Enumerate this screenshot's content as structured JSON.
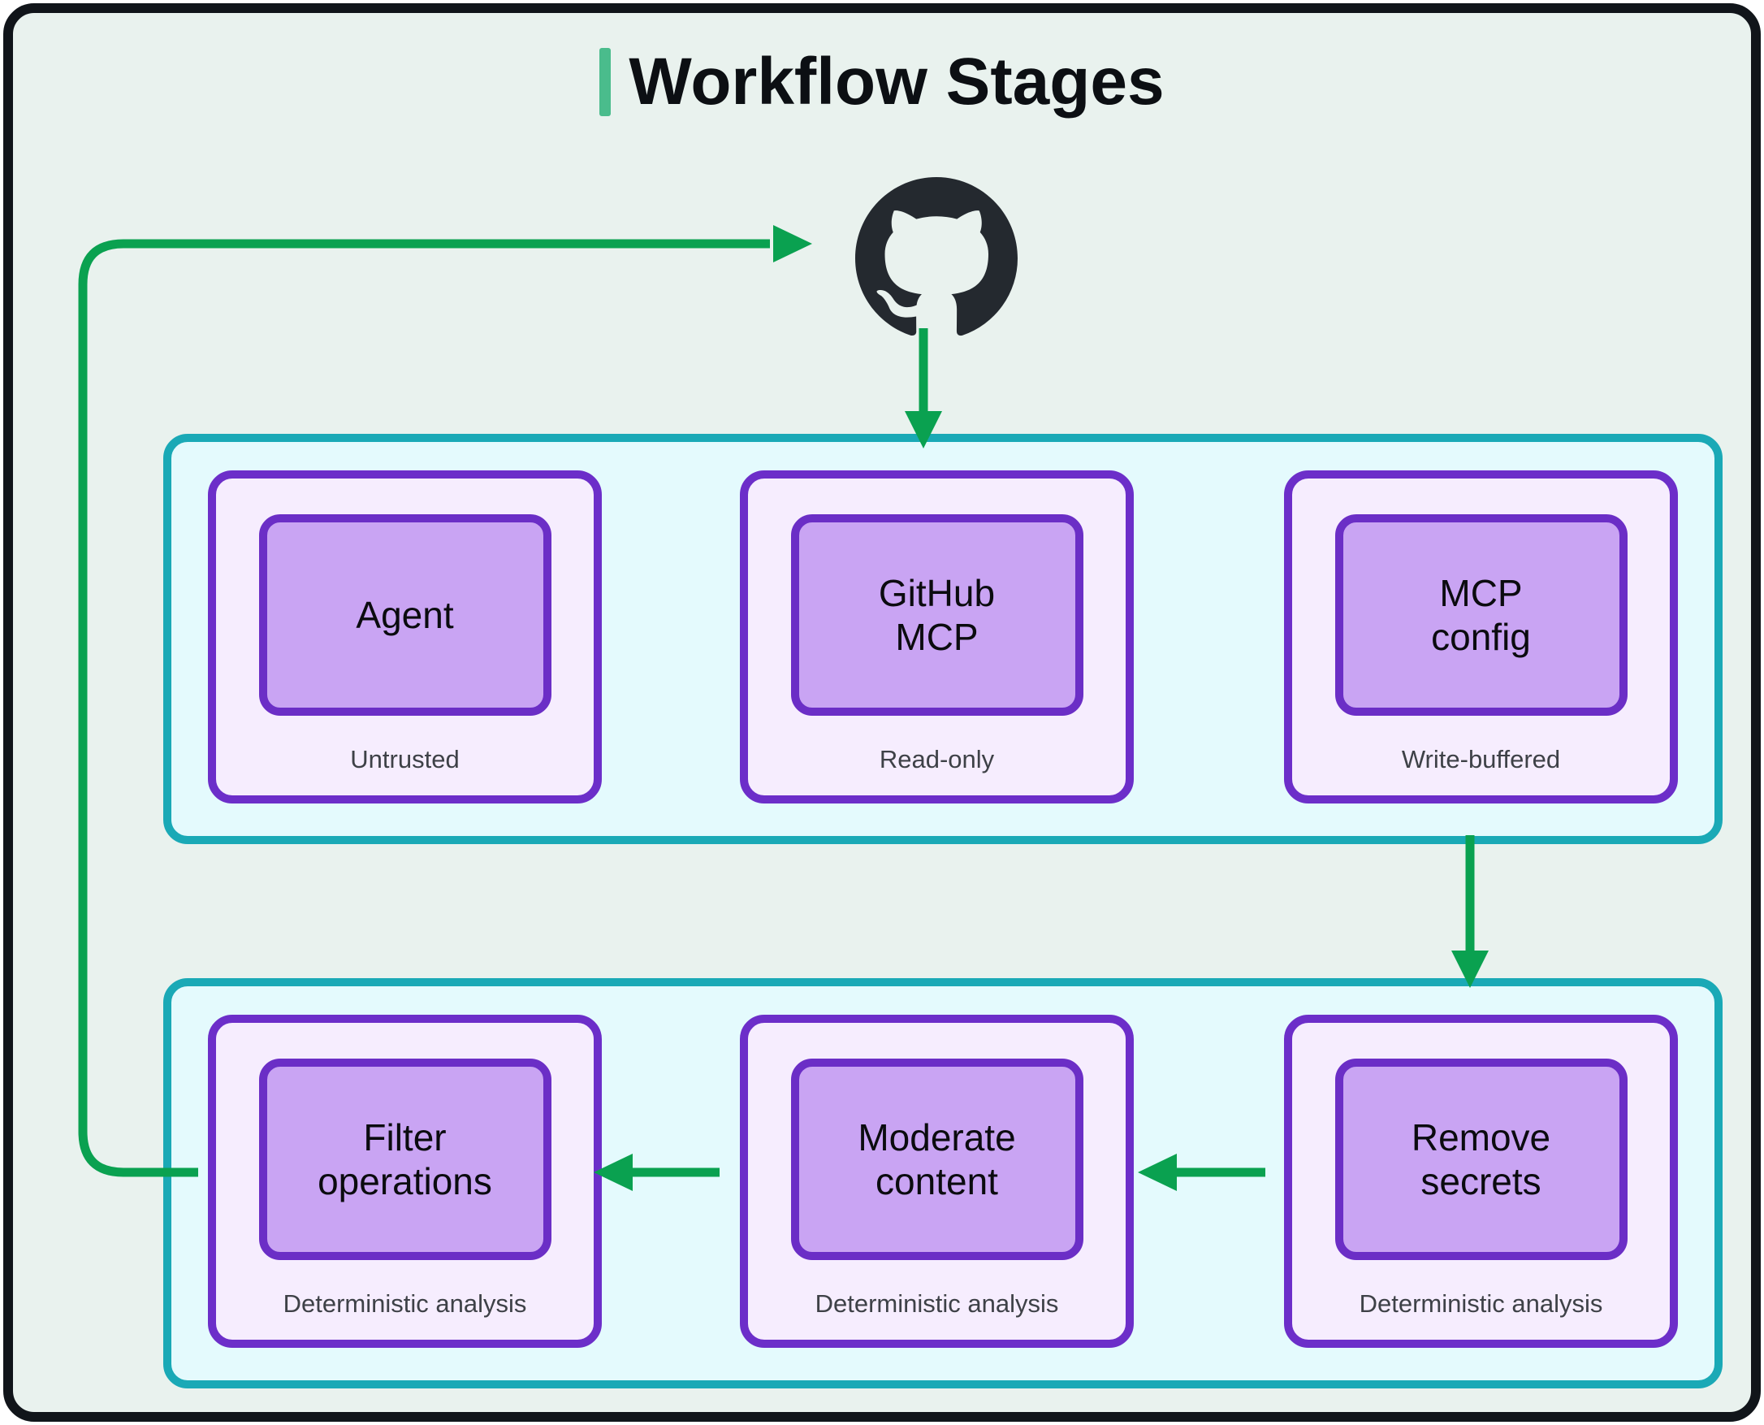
{
  "title": {
    "text": "Workflow Stages"
  },
  "header_icon": {
    "name": "github-octocat-icon"
  },
  "stages": {
    "rows": [
      {
        "nodes": [
          {
            "label": "Agent",
            "sublabel": "Untrusted"
          },
          {
            "label": "GitHub\nMCP",
            "sublabel": "Read-only"
          },
          {
            "label": "MCP\nconfig",
            "sublabel": "Write-buffered"
          }
        ]
      },
      {
        "nodes": [
          {
            "label": "Filter\noperations",
            "sublabel": "Deterministic analysis"
          },
          {
            "label": "Moderate\ncontent",
            "sublabel": "Deterministic analysis"
          },
          {
            "label": "Remove\nsecrets",
            "sublabel": "Deterministic analysis"
          }
        ]
      }
    ]
  },
  "flow": [
    {
      "from": "github-icon",
      "to": "row-1"
    },
    {
      "from": "mcp-config",
      "to": "remove-secrets"
    },
    {
      "from": "remove-secrets",
      "to": "moderate-content"
    },
    {
      "from": "moderate-content",
      "to": "filter-operations"
    },
    {
      "from": "filter-operations",
      "to": "github-icon"
    }
  ],
  "colors": {
    "page_background": "#e9f2ee",
    "frame_border": "#11151a",
    "title_accent_green": "#4abc8c",
    "arrow_green": "#0aa150",
    "container_border_teal": "#1aa9b6",
    "container_fill": "#e4fafd",
    "node_border_purple": "#6c2ec9",
    "node_outer_fill": "#f6edfe",
    "node_inner_fill": "#c9a4f3",
    "sublabel_gray": "#3e4147",
    "github_icon_dark": "#24292f"
  }
}
